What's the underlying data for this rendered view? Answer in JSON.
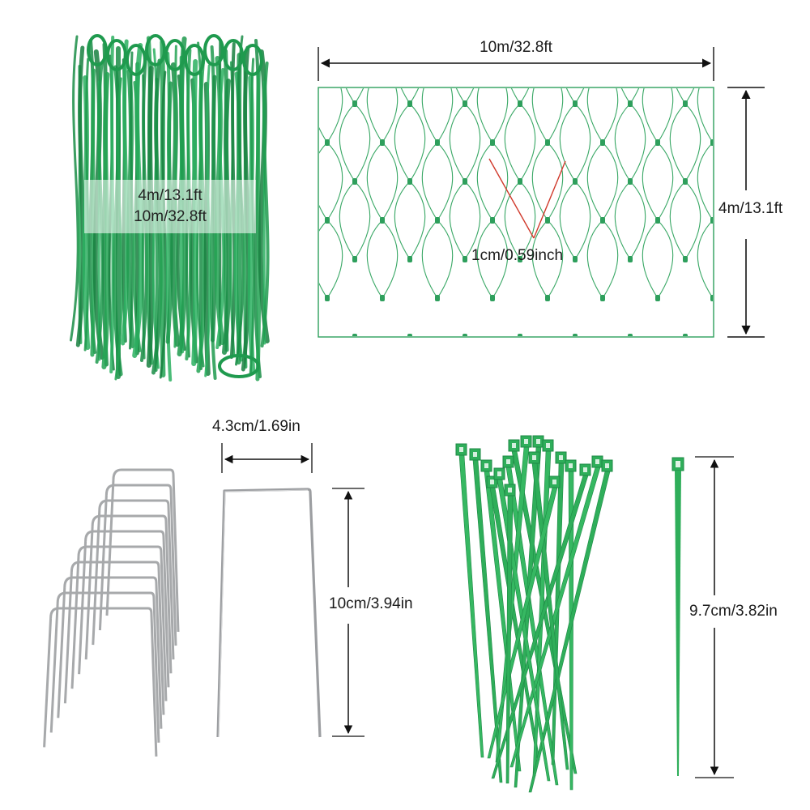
{
  "labels": {
    "bundle_size_line1": "4m/13.1ft",
    "bundle_size_line2": "10m/32.8ft",
    "net_width": "10m/32.8ft",
    "net_height": "4m/13.1ft",
    "mesh_size": "1cm/0.59inch",
    "stake_width": "4.3cm/1.69in",
    "stake_height": "10cm/3.94in",
    "tie_length": "9.7cm/3.82in"
  },
  "colors": {
    "net_green": "#2e9f5c",
    "bundle_green": "#1f9a4e",
    "tie_green": "#2fae5a",
    "stake_gray": "#a7a9ab",
    "mesh_marker": "#d0392b",
    "arrow_black": "#111111"
  }
}
